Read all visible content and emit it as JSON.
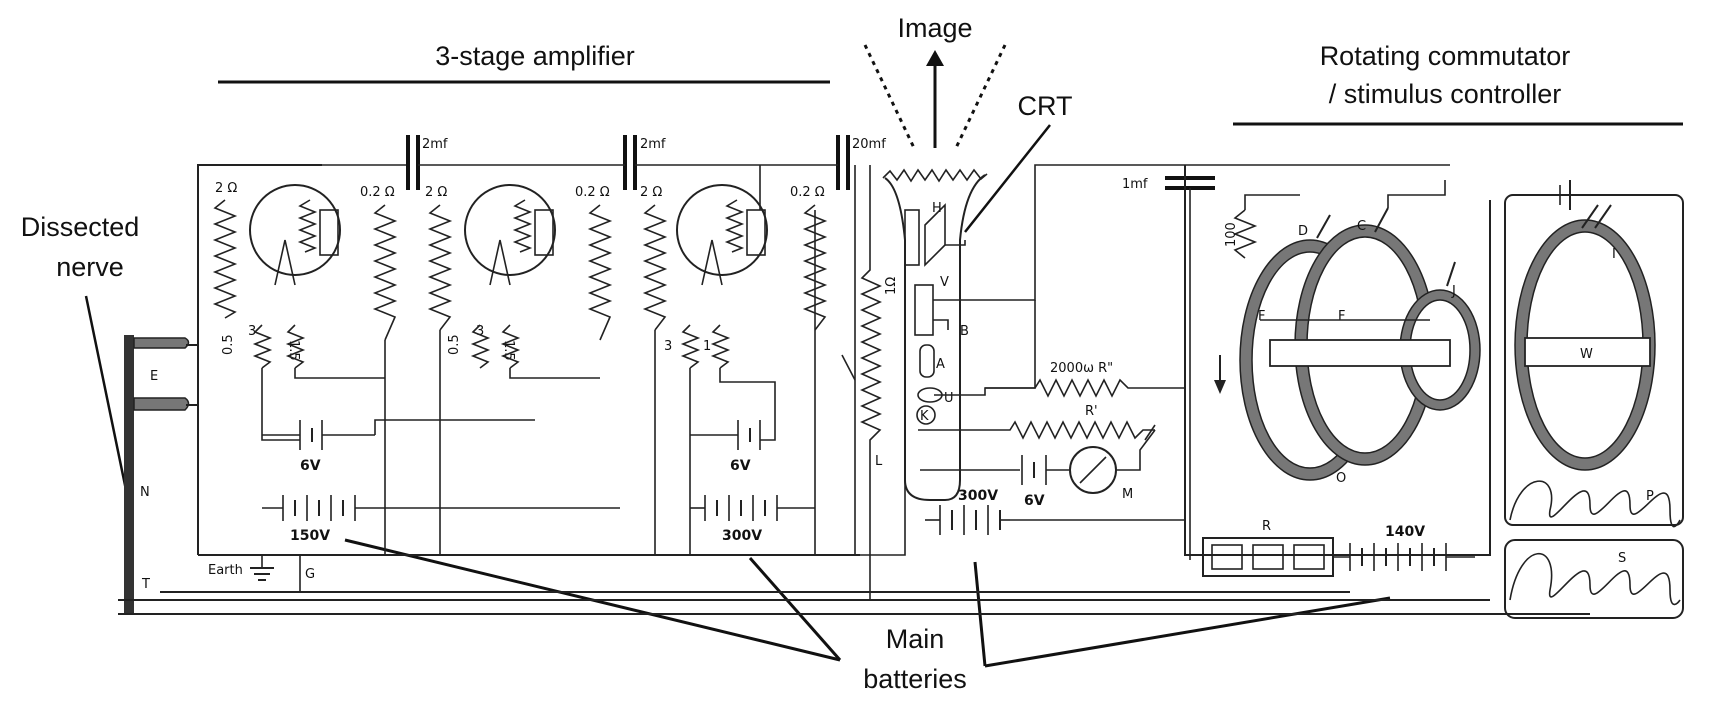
{
  "annotations": {
    "amplifier": "3-stage amplifier",
    "image": "Image",
    "crt": "CRT",
    "commutator_line1": "Rotating commutator",
    "commutator_line2": "/ stimulus controller",
    "nerve_line1": "Dissected",
    "nerve_line2": "nerve",
    "batteries_line1": "Main",
    "batteries_line2": "batteries"
  },
  "labels": {
    "cap1": "2mf",
    "cap2": "2mf",
    "cap3": "20mf",
    "cap4": "1mf",
    "r_2ohm_1": "2 Ω",
    "r_02ohm_1": "0.2 Ω",
    "r_2ohm_2": "2 Ω",
    "r_02ohm_2": "0.2 Ω",
    "r_2ohm_3": "2 Ω",
    "r_02ohm_3": "0.2 Ω",
    "r_1ohm": "1Ω",
    "r_100": "100",
    "r_05_1": "0.5",
    "r_3_1": "3",
    "r_15_1": "1.5",
    "r_05_2": "0.5",
    "r_3_2": "3",
    "r_15_2": "1.5",
    "r_3_3": "3",
    "r_1_3": "1",
    "r_2000": "2000ω R\"",
    "r_rprime": "R'",
    "batt_6v_1": "6V",
    "batt_6v_2": "6V",
    "batt_6v_3": "6V",
    "batt_150v": "150V",
    "batt_300v_1": "300V",
    "batt_300v_2": "300V",
    "batt_140v": "140V",
    "earth": "Earth",
    "g": "G",
    "e": "E",
    "n": "N",
    "t": "T",
    "l": "L",
    "h": "H",
    "v": "V",
    "b": "B",
    "a": "A",
    "u": "U",
    "k": "K",
    "m": "M",
    "d": "D",
    "c": "C",
    "f1": "F",
    "f2": "F",
    "j": "J",
    "o": "O",
    "r": "R",
    "i": "I",
    "w": "W",
    "p": "P",
    "s": "S"
  }
}
